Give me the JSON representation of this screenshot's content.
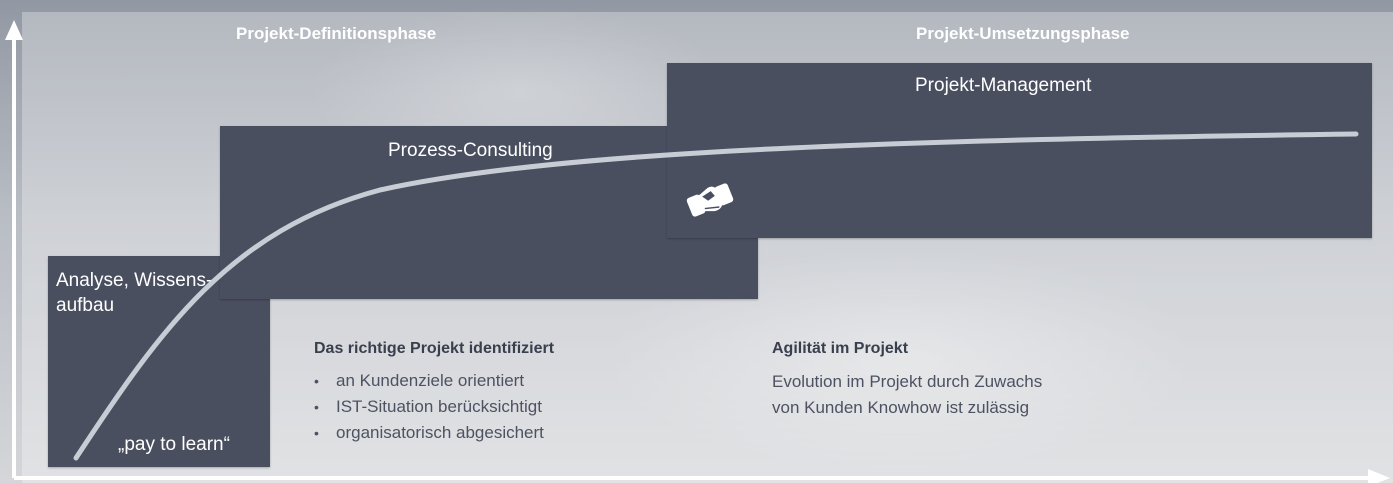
{
  "phases": {
    "definition": "Projekt-Definitionsphase",
    "implementation": "Projekt-Umsetzungsphase"
  },
  "boxes": {
    "project_management": "Projekt-Management",
    "process_consulting": "Prozess-Consulting",
    "analysis_line1": "Analyse, Wissens-",
    "analysis_line2": "aufbau",
    "pay_to_learn": "„pay to learn“"
  },
  "left_info": {
    "title": "Das richtige Projekt identifiziert",
    "bullets": [
      "an Kundenziele orientiert",
      "IST-Situation berücksichtigt",
      "organisatorisch abgesichert"
    ]
  },
  "right_info": {
    "title": "Agilität im Projekt",
    "line1": "Evolution im Projekt durch Zuwachs",
    "line2": "von Kunden Knowhow ist zulässig"
  },
  "icons": {
    "handshake": "handshake-icon"
  },
  "colors": {
    "box": "#4a4f60",
    "curve": "#c8ccd4",
    "axis": "#ffffff"
  }
}
